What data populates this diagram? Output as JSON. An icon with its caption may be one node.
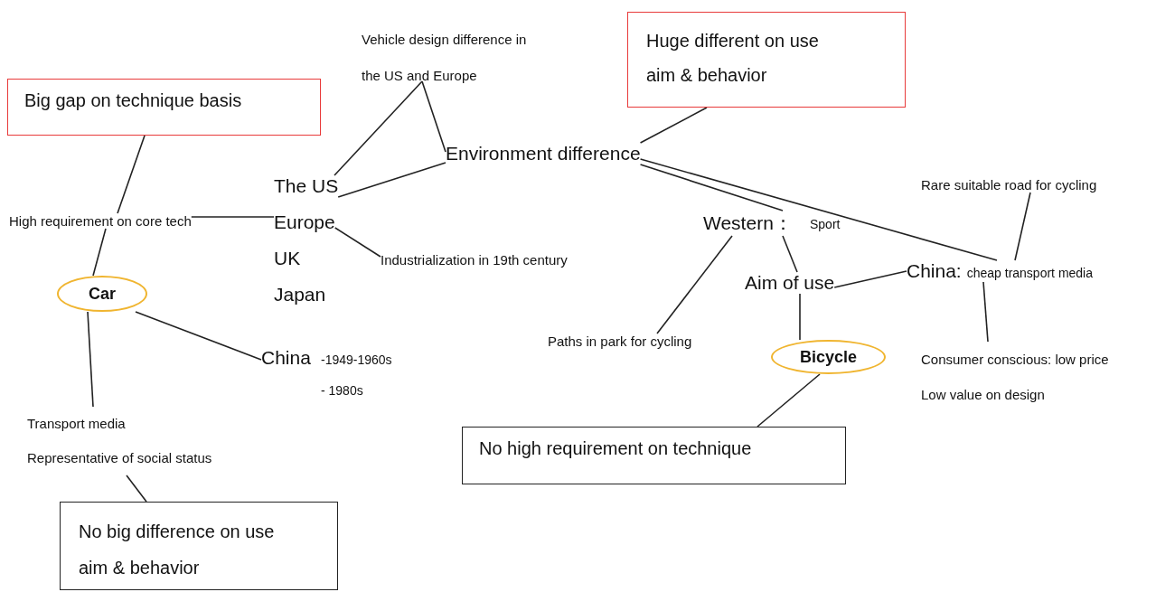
{
  "diagram": {
    "nodes": [
      {
        "text": [
          "Big gap on technique basis"
        ]
      },
      {
        "text": [
          "Vehicle design difference in the US and Europe"
        ]
      },
      {
        "text": [
          "Huge different on use aim & behavior"
        ]
      },
      {
        "text": [
          "Environment difference"
        ]
      },
      {
        "text": [
          "High requirement on core tech"
        ]
      },
      {
        "text": [
          "The US"
        ]
      },
      {
        "text": [
          "Europe"
        ]
      },
      {
        "text": [
          "Car"
        ]
      },
      {
        "text": [
          "Industrialization in 19th century"
        ]
      },
      {
        "text": [
          "Rare suitable road for cycling"
        ]
      },
      {
        "text": [
          "Western："
        ],
        "beside": [
          "Sport"
        ]
      },
      {
        "text": [
          "Aim of use"
        ]
      },
      {
        "text": [
          "China:",
          "cheap transport media"
        ]
      },
      {
        "text": [
          "Paths in park for cycling"
        ]
      },
      {
        "text": [
          "Bicycle"
        ]
      },
      {
        "text": [
          "China"
        ],
        "beside": [
          "-1949-1960s",
          "- 1980s"
        ]
      },
      {
        "text": [
          "Consumer conscious: low price",
          "Low value on design"
        ]
      },
      {
        "text": [
          "Transport media",
          "Representative of social status"
        ]
      },
      {
        "text": [
          "No high requirement on technique"
        ]
      },
      {
        "text": [
          "No big difference on use aim & behavior"
        ]
      }
    ],
    "edges": [
      {
        "from": 0,
        "to": 4,
        "arrow": "none"
      },
      {
        "from": 4,
        "to": 7,
        "arrow": "none"
      },
      {
        "from": 4,
        "to": 6,
        "arrow": "none"
      },
      {
        "from": 5,
        "to": 1,
        "arrow": "none"
      },
      {
        "from": 1,
        "to": 3,
        "arrow": "none"
      },
      {
        "from": 5,
        "to": 3,
        "arrow": "none"
      },
      {
        "from": 6,
        "to": 8,
        "arrow": "none"
      },
      {
        "from": 2,
        "to": 3,
        "arrow": "none"
      },
      {
        "from": 3,
        "to": 10,
        "arrow": "none"
      },
      {
        "from": 3,
        "to": 12,
        "arrow": "none"
      },
      {
        "from": 10,
        "to": 13,
        "arrow": "none"
      },
      {
        "from": 10,
        "to": 11,
        "arrow": "none"
      },
      {
        "from": 11,
        "to": 12,
        "arrow": "none"
      },
      {
        "from": 9,
        "to": 12,
        "arrow": "none"
      },
      {
        "from": 12,
        "to": 16,
        "arrow": "none"
      },
      {
        "from": 11,
        "to": 14,
        "arrow": "none"
      },
      {
        "from": 14,
        "to": 18,
        "arrow": "none"
      },
      {
        "from": 7,
        "to": 15,
        "arrow": "none"
      },
      {
        "from": 7,
        "to": 17,
        "arrow": "none"
      },
      {
        "from": 17,
        "to": 19,
        "arrow": "none"
      }
    ],
    "labels": [
      "UK",
      "Japan"
    ]
  }
}
